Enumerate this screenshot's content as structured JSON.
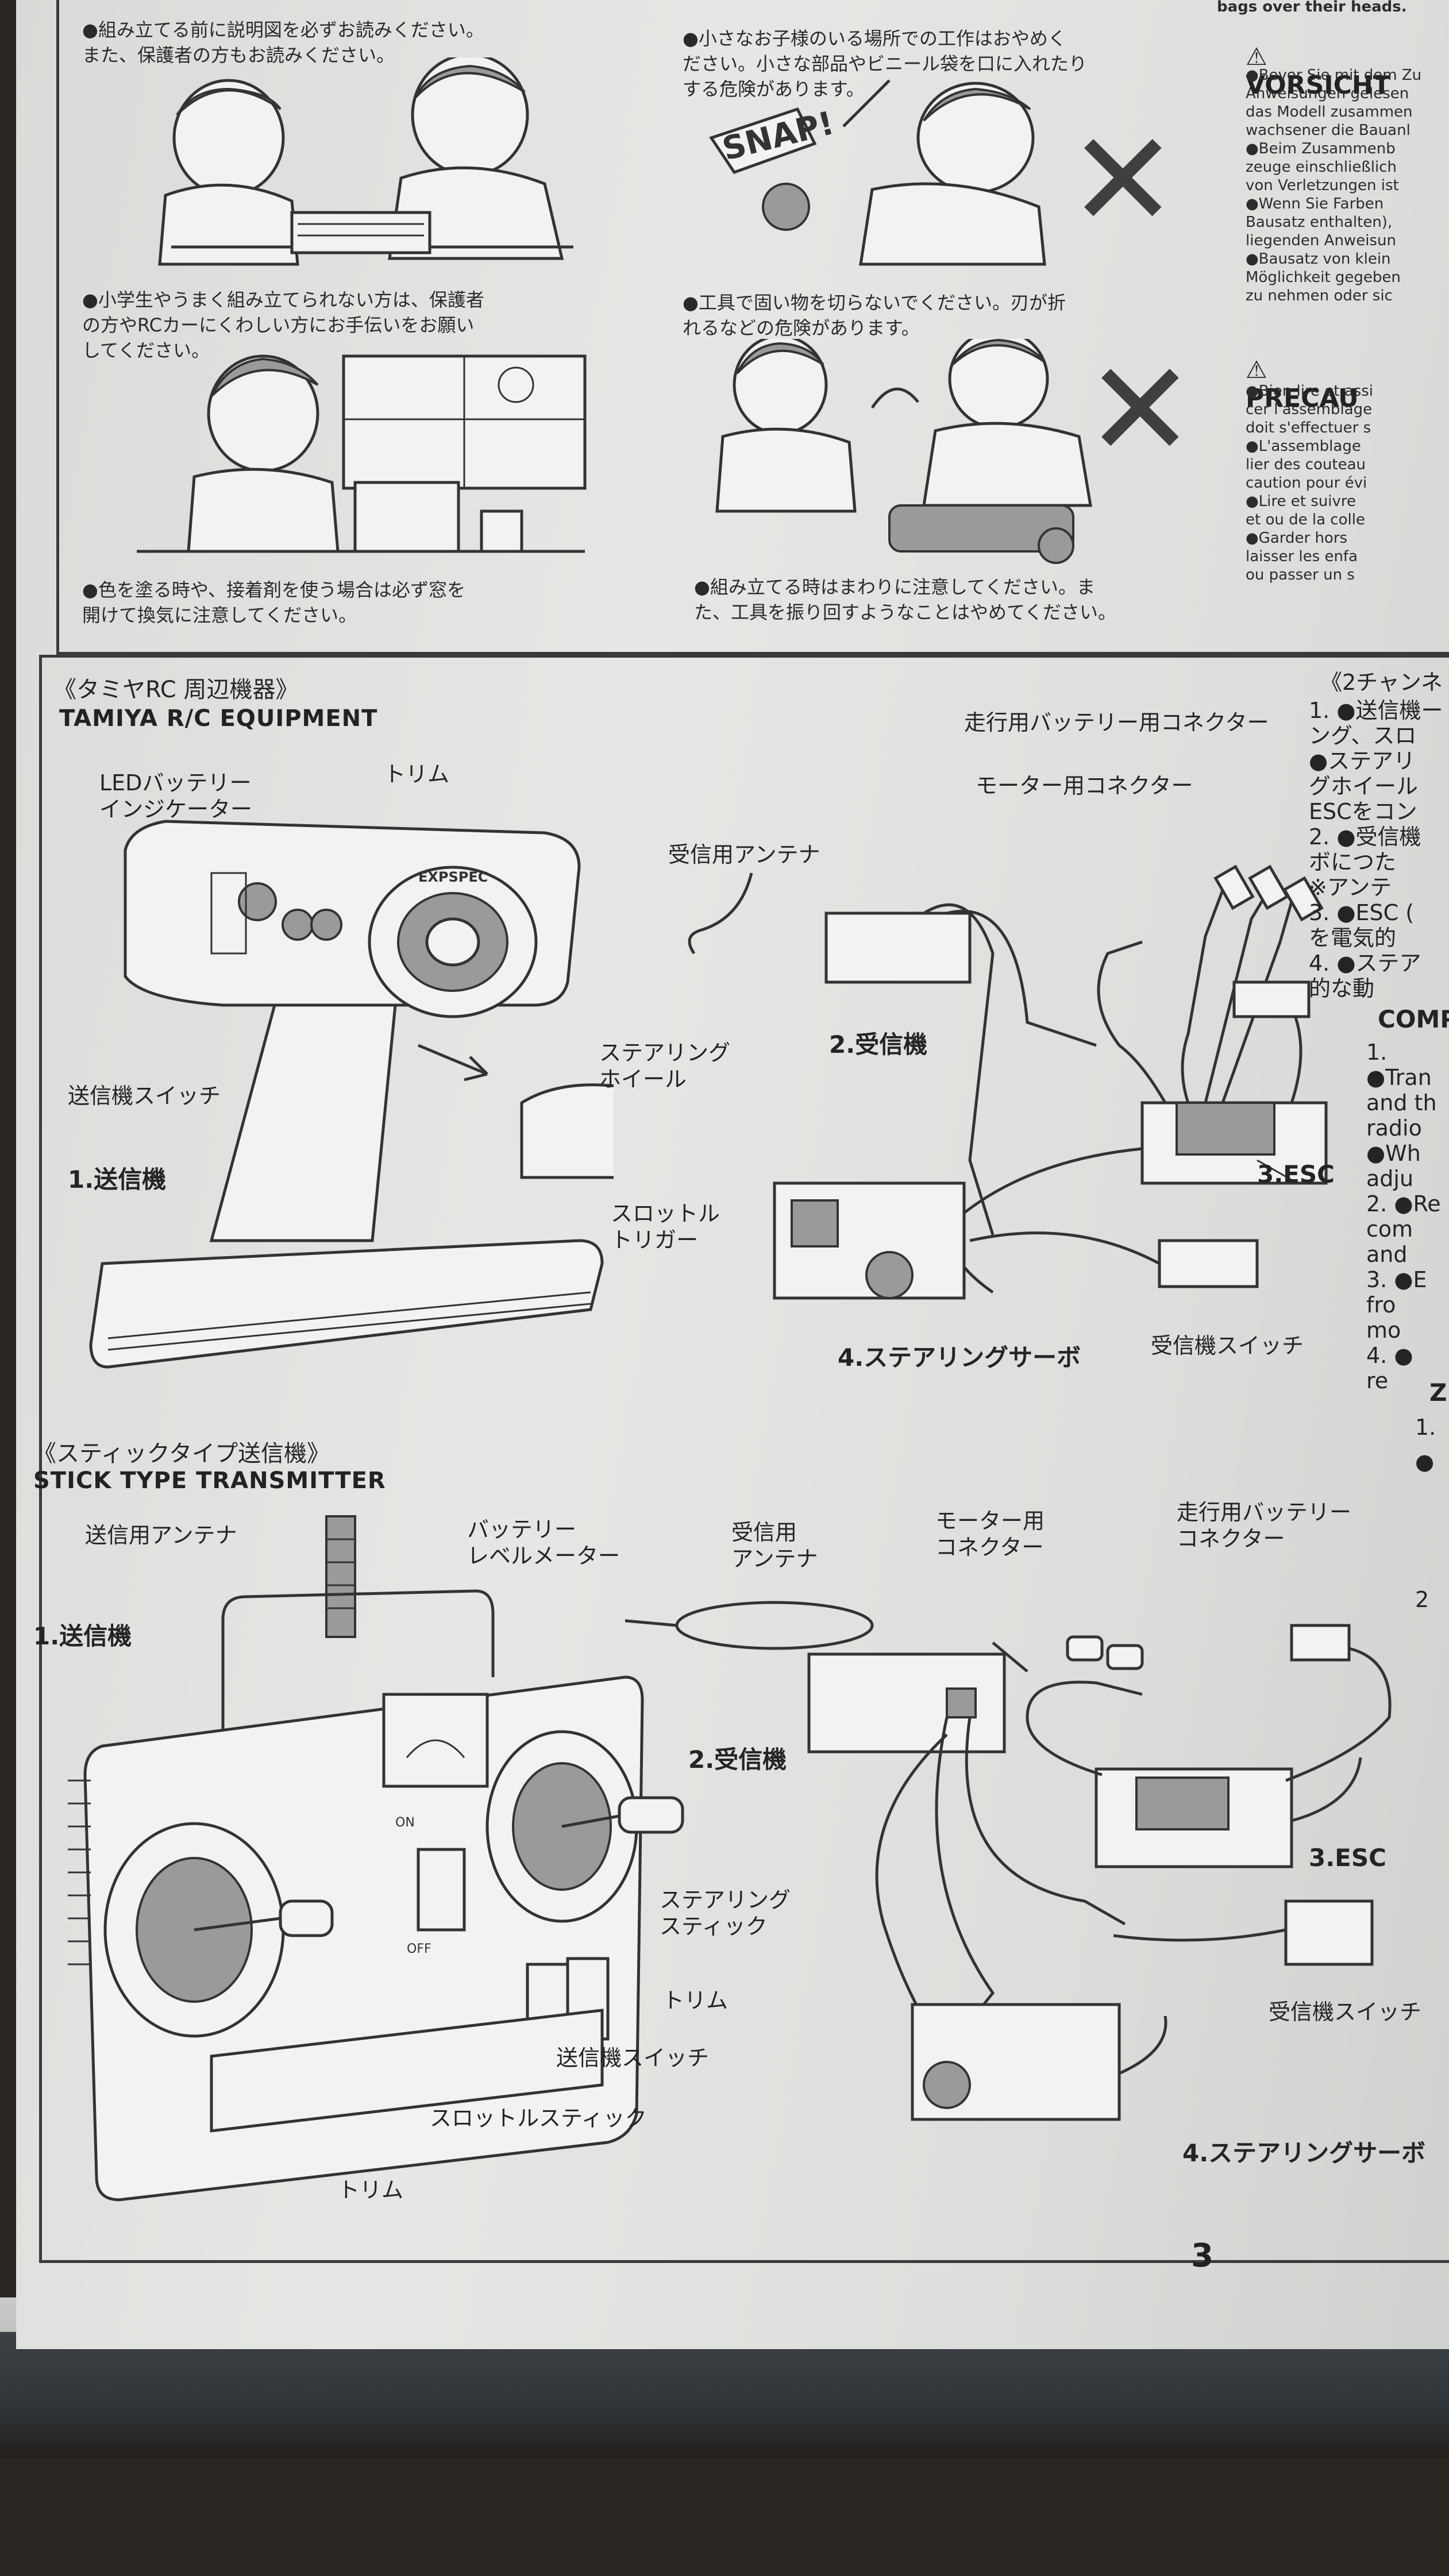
{
  "page_number": "3",
  "cautions": {
    "read_instructions": "●組み立てる前に説明図を必ずお読みください。\nまた、保護者の方もお読みください。",
    "small_children": "●小さなお子様のいる場所での工作はおやめく\nださい。小さな部品やビニール袋を口に入れたり\nする危険があります。",
    "snap_text": "SNAP!",
    "ask_parents": "●小学生やうまく組み立てられない方は、保護者\nの方やRCカーにくわしい方にお手伝いをお願い\nしてください。",
    "hard_objects": "●工具で固い物を切らないでください。刃が折\nれるなどの危険があります。",
    "ventilation": "●色を塗る時や、接着剤を使う場合は必ず窓を\n開けて換気に注意してください。",
    "surroundings": "●組み立てる時はまわりに注意してください。ま\nた、工具を振り回すようなことはやめてください。",
    "top_right_fragment": "bags over their heads."
  },
  "vorsicht": {
    "title": "VORSICHT",
    "lines": "●Bevor Sie mit dem Zu\nAnweisungen gelesen\ndas Modell zusammen\nwachsener die Bauanl\n●Beim Zusammenb\nzeuge einschließlich\nvon Verletzungen ist\n●Wenn Sie Farben\nBausatz enthalten),\nliegenden Anweisun\n●Bausatz von klein\nMöglichkeit gegeben\nzu nehmen oder sic"
  },
  "precaution": {
    "title": "PRECAU",
    "lines": "●Bien lire et assi\ncer l'assemblage\ndoit s'effectuer s\n●L'assemblage\nlier des couteau\ncaution pour évi\n●Lire et suivre\net ou de la colle\n●Garder hors\nlaisser les enfa\nou passer un s"
  },
  "rc_equipment": {
    "title_jp": "《タミヤRC 周辺機器》",
    "title_en": "TAMIYA R/C EQUIPMENT",
    "led_indicator": "LEDバッテリー\nインジケーター",
    "trim": "トリム",
    "transmitter_switch": "送信機スイッチ",
    "transmitter": "1.送信機",
    "steering_wheel": "ステアリング\nホイール",
    "throttle_trigger": "スロットル\nトリガー",
    "receiver_antenna": "受信用アンテナ",
    "receiver": "2.受信機",
    "battery_connector": "走行用バッテリー用コネクター",
    "motor_connector": "モーター用コネクター",
    "esc": "3.ESC",
    "steering_servo": "4.ステアリングサーボ",
    "receiver_switch": "受信機スイッチ",
    "transmitter_brand": "EXPSPEC"
  },
  "right_column_jp": {
    "heading": "《2チャンネ",
    "lines": "1. ●送信機ー\n   ング、スロ\n   ●ステアリ\n   グホイール\n   ESCをコン\n2. ●受信機\n   ボにつた\n   ※アンテ\n3. ●ESC (\n   を電気的\n4. ●ステア\n   的な動"
  },
  "right_column_en": {
    "heading": "COMP",
    "lines": "1. ●Tran\n   and th\n   radio \n   ●Wh\n   adju\n2. ●Re\n   com\n   and\n3. ●E\n   fro\n   mo\n4. ●\n   re"
  },
  "right_column_z": {
    "heading": "Z",
    "lines": "1. ●\n\n\n\n2"
  },
  "stick_transmitter": {
    "title_jp": "《スティックタイプ送信機》",
    "title_en": "STICK TYPE TRANSMITTER",
    "transmitter_antenna": "送信用アンテナ",
    "battery_level_meter": "バッテリー\nレベルメーター",
    "transmitter": "1.送信機",
    "steering_stick": "ステアリング\nスティック",
    "trim": "トリム",
    "transmitter_switch": "送信機スイッチ",
    "throttle_stick": "スロットルスティック",
    "trim_bottom": "トリム",
    "receiver_antenna": "受信用\nアンテナ",
    "motor_connector": "モーター用\nコネクター",
    "battery_connector": "走行用バッテリー\nコネクター",
    "receiver": "2.受信機",
    "esc": "3.ESC",
    "receiver_switch": "受信機スイッチ",
    "steering_servo": "4.ステアリングサーボ",
    "switch_on": "ON",
    "switch_off": "OFF"
  }
}
